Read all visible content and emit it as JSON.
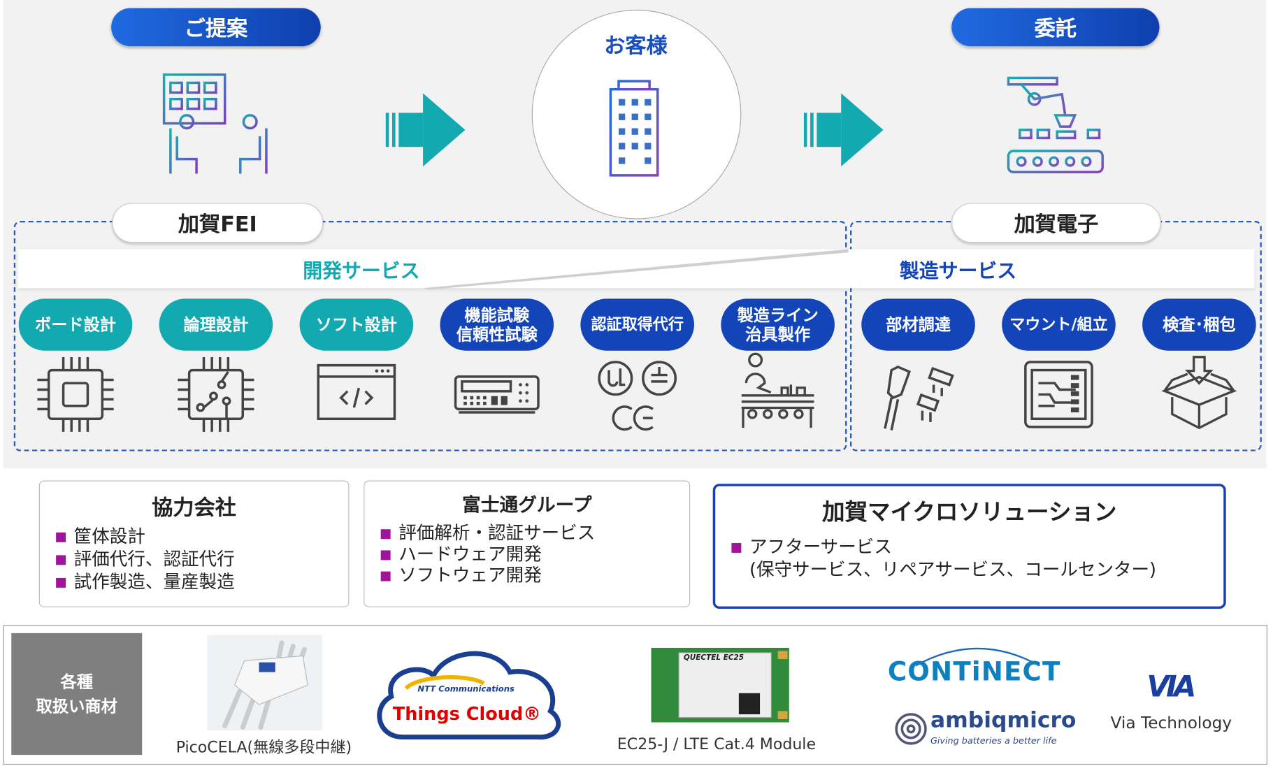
{
  "header": {
    "proposal": "ご提案",
    "customer": "お客様",
    "consign": "委託"
  },
  "companies": {
    "fei": "加賀FEI",
    "denshi": "加賀電子"
  },
  "bands": {
    "dev": "開発サービス",
    "mfg": "製造サービス"
  },
  "services": [
    {
      "label": "ボード設計",
      "group": "dev",
      "icon": "chip-icon"
    },
    {
      "label": "論理設計",
      "group": "dev",
      "icon": "circuit-chip-icon"
    },
    {
      "label": "ソフト設計",
      "group": "dev",
      "icon": "code-window-icon"
    },
    {
      "label": "機能試験\n信頼性試験",
      "group": "dev",
      "icon": "test-instrument-icon"
    },
    {
      "label": "認証取得代行",
      "group": "dev",
      "icon": "certification-marks-icon"
    },
    {
      "label": "製造ライン\n治具製作",
      "group": "dev",
      "icon": "production-line-icon"
    },
    {
      "label": "部材調達",
      "group": "mfg",
      "icon": "usb-components-icon"
    },
    {
      "label": "マウント/組立",
      "group": "mfg",
      "icon": "pcb-icon"
    },
    {
      "label": "検査･梱包",
      "group": "mfg",
      "icon": "box-icon"
    }
  ],
  "partners": {
    "title": "協力会社",
    "items": [
      "筐体設計",
      "評価代行、認証代行",
      "試作製造、量産製造"
    ]
  },
  "fujitsu": {
    "title": "富士通グループ",
    "items": [
      "評価解析・認証サービス",
      "ハードウェア開発",
      "ソフトウェア開発"
    ]
  },
  "kmsol": {
    "title": "加賀マイクロソリューション",
    "items": [
      "アフターサービス\n(保守サービス、リペアサービス、コールセンター)"
    ]
  },
  "products": {
    "label": "各種\n取扱い商材",
    "picocela": "PicoCELA(無線多段中継)",
    "ntt_small": "NTT Communications",
    "things_cloud": "Things Cloud®",
    "ec25": "EC25-J / LTE Cat.4 Module",
    "ec25_chip": "QUECTEL EC25",
    "continect": "CONTiNECT",
    "ambiq": "ambiqmicro",
    "ambiq_tag": "Giving batteries a better life",
    "via_logo": "VIA",
    "via": "Via Technology"
  },
  "colors": {
    "teal": "#12a9b0",
    "blue": "#1344b8",
    "bullet": "#a0139a"
  }
}
